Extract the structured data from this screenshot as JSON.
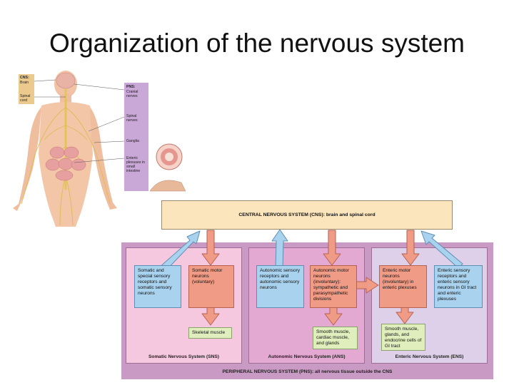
{
  "slide": {
    "title": "Organization of the nervous system"
  },
  "figure": {
    "cns_label": "CNS:",
    "brain_label": "Brain",
    "spinal_cord_label": "Spinal cord",
    "pns_label": "PNS:",
    "cranial_nerves_label": "Cranial nerves",
    "spinal_nerves_label": "Spinal nerves",
    "ganglia_label": "Ganglia",
    "enteric_plexuses_label": "Enteric plexuses in small intestine"
  },
  "diagram": {
    "cns_box": "CENTRAL NERVOUS SYSTEM (CNS): brain and spinal cord",
    "somatic": {
      "sensory": "Somatic and special sensory receptors and somatic sensory neurons",
      "motor": "Somatic motor neurons (voluntary)",
      "effector": "Skeletal muscle",
      "section": "Somatic Nervous System (SNS)"
    },
    "autonomic": {
      "sensory": "Autonomic sensory receptors and autonomic sensory neurons",
      "motor": "Autonomic motor neurons (involuntary): sympathetic and parasympathetic divisions",
      "effector": "Smooth muscle, cardiac muscle, and glands",
      "section": "Autonomic Nervous System (ANS)"
    },
    "enteric": {
      "motor": "Enteric motor neurons (involuntary) in enteric plexuses",
      "sensory": "Enteric sensory receptors and enteric sensory neurons in GI tract and enteric plexuses",
      "effector": "Smooth muscle, glands, and endocrine cells of GI tract",
      "section": "Enteric Nervous System (ENS)"
    },
    "pns_label": "PERIPHERAL NERVOUS SYSTEM (PNS): all nervous tissue outside the CNS",
    "colors": {
      "pns_outer": "#c99ac4",
      "somatic_bg": "#f5c8df",
      "autonomic_bg": "#e3a9d2",
      "enteric_bg": "#ddd0e8",
      "cns_bg": "#fbe5bd",
      "blue": "#a9d2ee",
      "salmon": "#ef9b86",
      "green": "#dfeebc"
    }
  }
}
